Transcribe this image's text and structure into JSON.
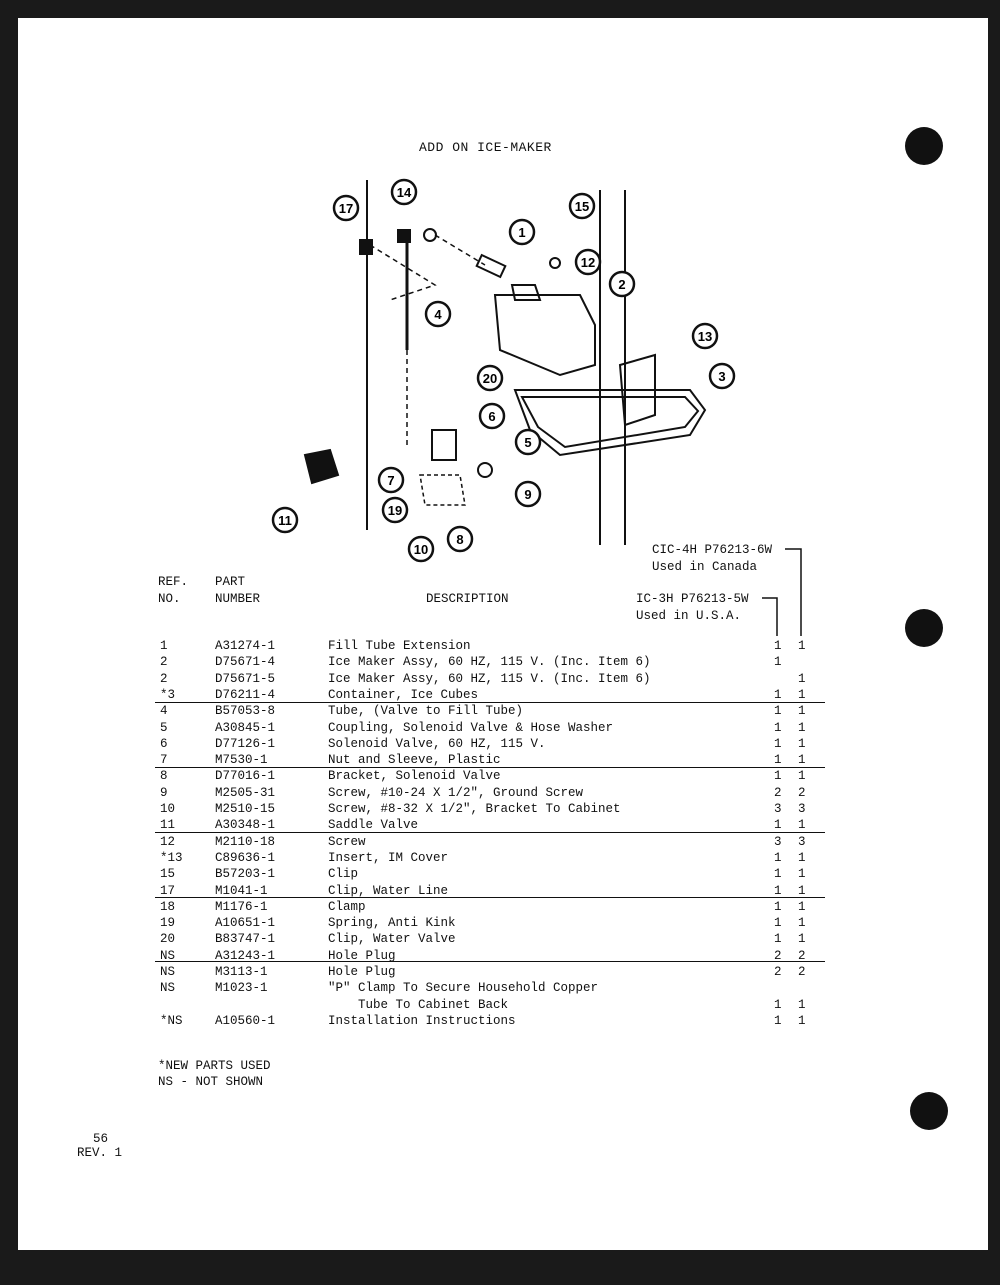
{
  "title": "ADD ON ICE-MAKER",
  "headers": {
    "ref": "REF.\nNO.",
    "part": "PART\nNUMBER",
    "desc": "DESCRIPTION",
    "model1": "CIC-4H P76213-6W\nUsed in Canada",
    "model2": "IC-3H P76213-5W\nUsed in U.S.A."
  },
  "callouts": [
    "17",
    "14",
    "1",
    "15",
    "12",
    "2",
    "4",
    "13",
    "3",
    "20",
    "6",
    "5",
    "7",
    "9",
    "19",
    "8",
    "10",
    "11"
  ],
  "rows": [
    {
      "ref": "1",
      "part": "A31274-1",
      "desc": "Fill Tube Extension",
      "q1": "1",
      "q2": "1"
    },
    {
      "ref": "2",
      "part": "D75671-4",
      "desc": "Ice Maker Assy, 60 HZ, 115 V. (Inc. Item 6)",
      "q1": "1",
      "q2": ""
    },
    {
      "ref": "2",
      "part": "D75671-5",
      "desc": "Ice Maker Assy, 60 HZ, 115 V. (Inc. Item 6)",
      "q1": "",
      "q2": "1"
    },
    {
      "ref": "*3",
      "part": "D76211-4",
      "desc": "Container, Ice Cubes",
      "q1": "1",
      "q2": "1"
    },
    {
      "ref": "4",
      "part": "B57053-8",
      "desc": "Tube, (Valve to Fill Tube)",
      "q1": "1",
      "q2": "1"
    },
    {
      "ref": "5",
      "part": "A30845-1",
      "desc": "Coupling, Solenoid Valve & Hose Washer",
      "q1": "1",
      "q2": "1"
    },
    {
      "ref": "6",
      "part": "D77126-1",
      "desc": "Solenoid Valve, 60 HZ, 115 V.",
      "q1": "1",
      "q2": "1"
    },
    {
      "ref": "7",
      "part": "M7530-1",
      "desc": "Nut and Sleeve, Plastic",
      "q1": "1",
      "q2": "1"
    },
    {
      "ref": "8",
      "part": "D77016-1",
      "desc": "Bracket, Solenoid Valve",
      "q1": "1",
      "q2": "1"
    },
    {
      "ref": "9",
      "part": "M2505-31",
      "desc": "Screw, #10-24 X 1/2\", Ground Screw",
      "q1": "2",
      "q2": "2"
    },
    {
      "ref": "10",
      "part": "M2510-15",
      "desc": "Screw, #8-32 X 1/2\", Bracket To Cabinet",
      "q1": "3",
      "q2": "3"
    },
    {
      "ref": "11",
      "part": "A30348-1",
      "desc": "Saddle Valve",
      "q1": "1",
      "q2": "1"
    },
    {
      "ref": "12",
      "part": "M2110-18",
      "desc": "Screw",
      "q1": "3",
      "q2": "3"
    },
    {
      "ref": "*13",
      "part": "C89636-1",
      "desc": "Insert, IM Cover",
      "q1": "1",
      "q2": "1"
    },
    {
      "ref": "15",
      "part": "B57203-1",
      "desc": "Clip",
      "q1": "1",
      "q2": "1"
    },
    {
      "ref": "17",
      "part": "M1041-1",
      "desc": "Clip, Water Line",
      "q1": "1",
      "q2": "1"
    },
    {
      "ref": "18",
      "part": "M1176-1",
      "desc": "Clamp",
      "q1": "1",
      "q2": "1"
    },
    {
      "ref": "19",
      "part": "A10651-1",
      "desc": "Spring, Anti Kink",
      "q1": "1",
      "q2": "1"
    },
    {
      "ref": "20",
      "part": "B83747-1",
      "desc": "Clip, Water Valve",
      "q1": "1",
      "q2": "1"
    },
    {
      "ref": "NS",
      "part": "A31243-1",
      "desc": "Hole Plug",
      "q1": "2",
      "q2": "2"
    },
    {
      "ref": "NS",
      "part": "M3113-1",
      "desc": "Hole Plug",
      "q1": "2",
      "q2": "2"
    },
    {
      "ref": "NS",
      "part": "M1023-1",
      "desc": "\"P\" Clamp To Secure Household Copper",
      "q1": "",
      "q2": ""
    },
    {
      "ref": "",
      "part": "",
      "desc": "    Tube To Cabinet Back",
      "q1": "1",
      "q2": "1"
    },
    {
      "ref": "*NS",
      "part": "A10560-1",
      "desc": "Installation Instructions",
      "q1": "1",
      "q2": "1"
    }
  ],
  "footnotes": [
    "*NEW PARTS USED",
    "NS - NOT SHOWN"
  ],
  "page_number": "56",
  "revision": "REV. 1"
}
